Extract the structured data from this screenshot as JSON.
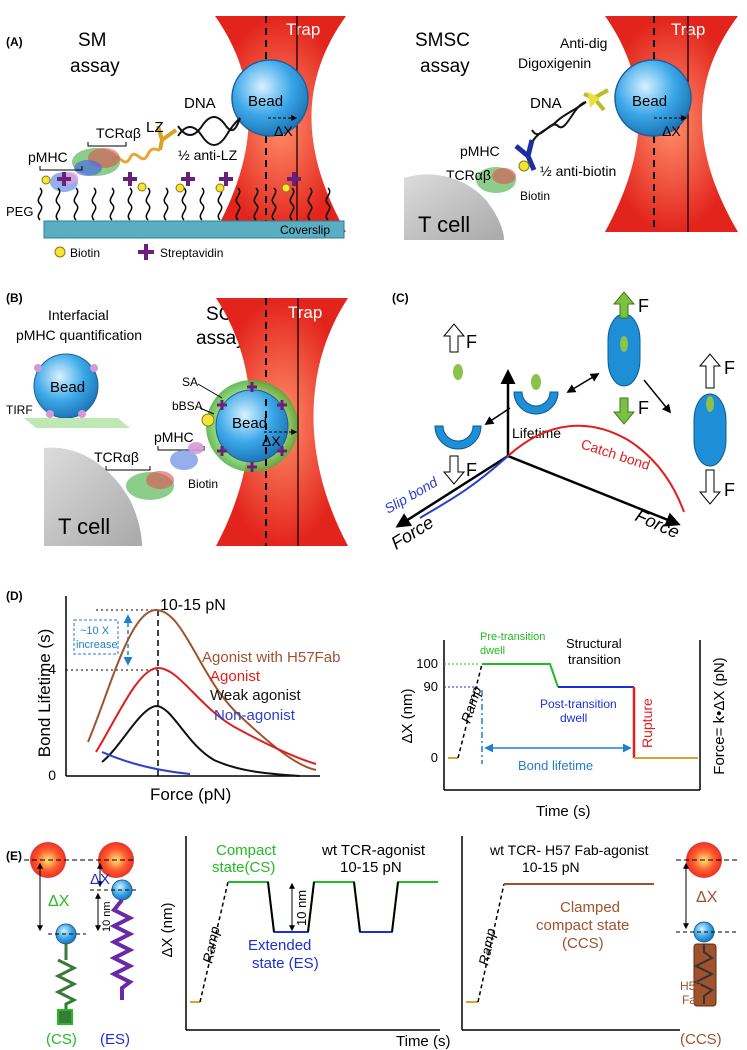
{
  "colors": {
    "trap": "#e8312a",
    "bead": "#3aa7e8",
    "agonist_fab": "#a0522d",
    "agonist": "#e02020",
    "weak_agonist": "#111111",
    "non_agonist": "#2a3fd0",
    "green_state": "#22bb22",
    "blue_state": "#1a2fd6",
    "coverslip": "#5aaec2",
    "cell": "#c8c8c8",
    "biotin": "#f2e43a",
    "streptavidin": "#6a1f7a",
    "force_arrow": "#7cc242"
  },
  "panelA": {
    "label": "(A)",
    "sm_title": [
      "SM",
      "assay"
    ],
    "smsc_title": [
      "SMSC",
      "assay"
    ],
    "trap": "Trap",
    "bead": "Bead",
    "dx": "ΔX",
    "lz": "LZ",
    "dna": "DNA",
    "half_anti_lz": "½ anti-LZ",
    "tcr": "TCRαβ",
    "pmhc": "pMHC",
    "peg": "PEG",
    "coverslip": "Coverslip",
    "biotin_legend": "Biotin",
    "streptavidin_legend": "Streptavidin",
    "anti_dig": "Anti-dig",
    "digoxigenin": "Digoxigenin",
    "half_anti_biotin": "½ anti-biotin",
    "biotin": "Biotin",
    "tcell": "T cell"
  },
  "panelB": {
    "label": "(B)",
    "interfacial": [
      "Interfacial",
      "pMHC quantification"
    ],
    "tirf": "TIRF",
    "sc_title": [
      "SC",
      "assay"
    ],
    "trap": "Trap",
    "bead": "Bead",
    "dx": "ΔX",
    "sa": "SA",
    "bbsa": "bBSA",
    "pmhc": "pMHC",
    "tcr": "TCRαβ",
    "biotin": "Biotin",
    "tcell": "T cell"
  },
  "panelC": {
    "label": "(C)",
    "f": "F",
    "lifetime": "Lifetime",
    "slip": "Slip bond",
    "catch": "Catch bond",
    "force_left": "Force",
    "force_right": "Force"
  },
  "panelD": {
    "label": "(D)",
    "ylabel": "Bond Lifetime (s)",
    "xlabel": "Force (pN)",
    "ytick4": "4",
    "ytick0": "0",
    "increase": [
      "~10 X",
      "increase"
    ],
    "peak": "10-15 pN",
    "legend": [
      {
        "name": "Agonist with H57Fab",
        "color": "#a0522d"
      },
      {
        "name": "Agonist",
        "color": "#e02020"
      },
      {
        "name": "Weak agonist",
        "color": "#111111"
      },
      {
        "name": "Non-agonist",
        "color": "#2a3fd0"
      }
    ],
    "trace": {
      "ylabel": "ΔX (nm)",
      "y2label": "Force= k•ΔX (pN)",
      "xlabel": "Time (s)",
      "t100": "100",
      "t90": "90",
      "t0": "0",
      "pre": [
        "Pre-transition",
        "dwell"
      ],
      "structural": [
        "Structural",
        "transition"
      ],
      "post": [
        "Post-transition",
        "dwell"
      ],
      "ramp": "Ramp",
      "rupture": "Rupture",
      "lifetime": "Bond lifetime"
    }
  },
  "panelE": {
    "label": "(E)",
    "dx": "ΔX",
    "tennm": "10 nm",
    "cs": "(CS)",
    "es": "(ES)",
    "ylabel": "ΔX (nm)",
    "ramp": "Ramp",
    "compact": [
      "Compact",
      "state(CS)"
    ],
    "extended": [
      "Extended",
      "state (ES)"
    ],
    "wt": [
      "wt TCR-agonist",
      "10-15 pN"
    ],
    "wt_fab": [
      "wt TCR- H57 Fab-agonist",
      "10-15 pN"
    ],
    "clamped": [
      "Clamped",
      "compact state",
      "(CCS)"
    ],
    "time": "Time (s)",
    "h57": [
      "H57",
      "Fab"
    ],
    "ccs": "(CCS)"
  }
}
